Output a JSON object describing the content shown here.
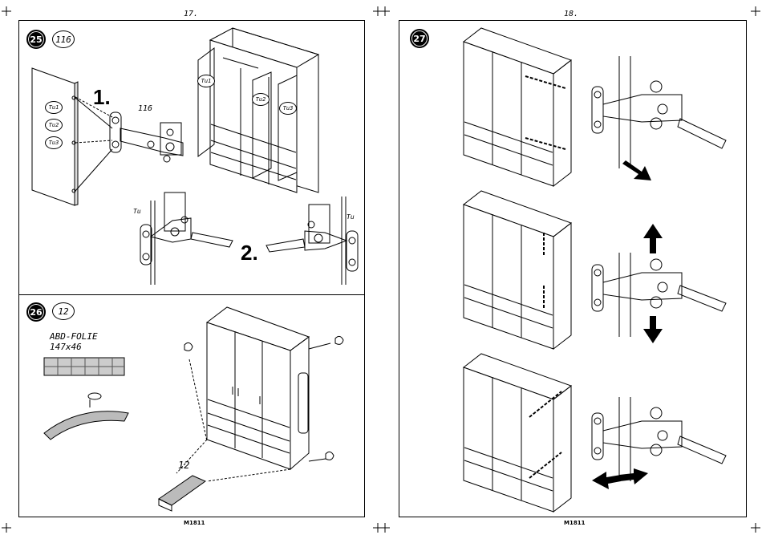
{
  "pages": {
    "left_number": "17.",
    "right_number": "18.",
    "footer_left": "M1811",
    "footer_right": "M1811"
  },
  "step25": {
    "number": "25",
    "quantity": "116",
    "label_one": "1.",
    "label_two": "2.",
    "part": "116",
    "door_labels": [
      "Tu1",
      "Tu2",
      "Tu3"
    ],
    "side_label": "Tu"
  },
  "step26": {
    "number": "26",
    "quantity": "12",
    "foil_name": "ABD-FOLIE",
    "foil_size": "147x46",
    "part": "12"
  },
  "step27": {
    "number": "27"
  }
}
